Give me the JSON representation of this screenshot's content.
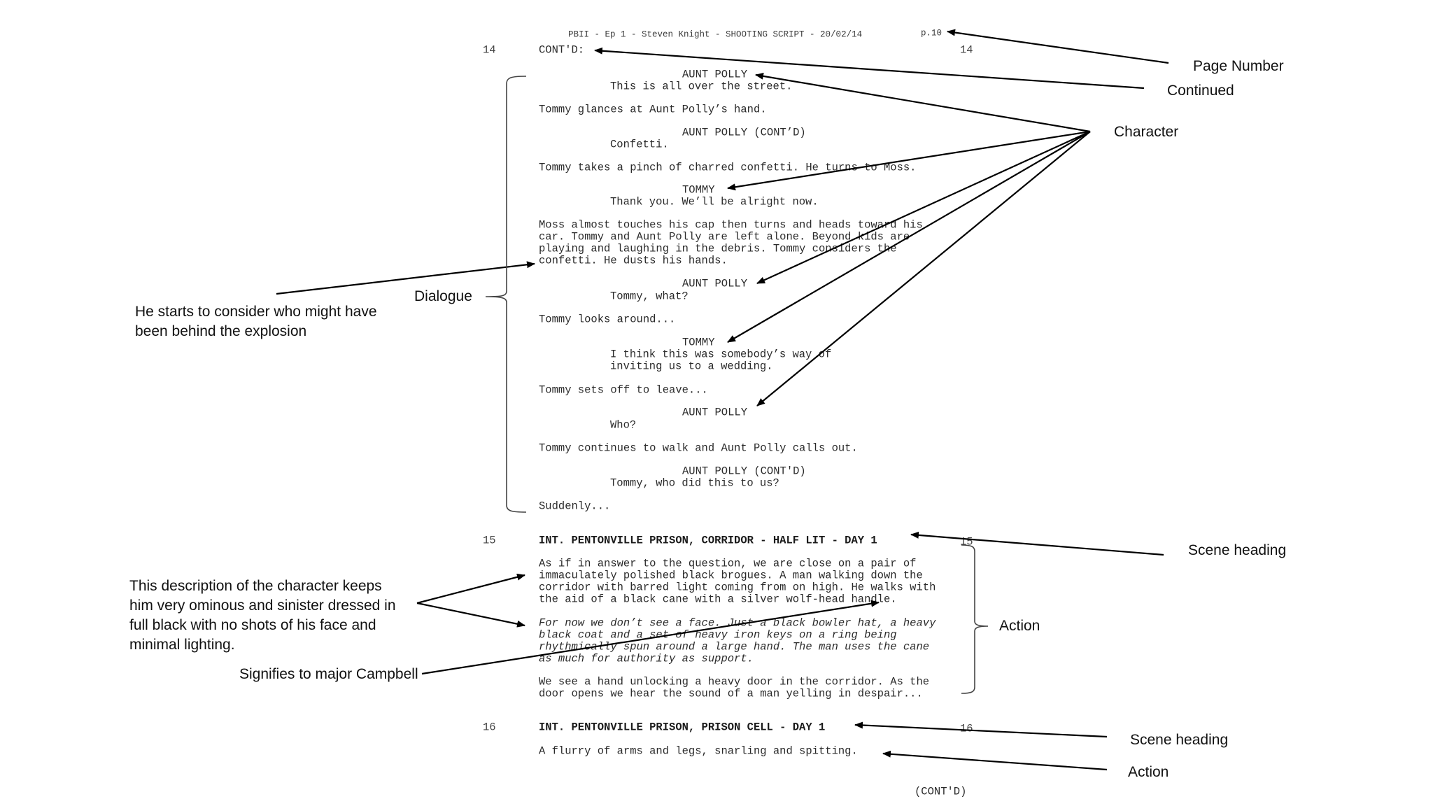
{
  "script": {
    "header": "PBII - Ep 1 - Steven Knight - SHOOTING SCRIPT - 20/02/14",
    "page_number": "p.10",
    "scenes": [
      {
        "number": "14",
        "heading": "CONT'D:"
      },
      {
        "number": "15",
        "heading": "INT. PENTONVILLE PRISON, CORRIDOR - HALF LIT - DAY 1"
      },
      {
        "number": "16",
        "heading": "INT. PENTONVILLE PRISON, PRISON CELL - DAY 1"
      }
    ],
    "lines": [
      {
        "type": "character",
        "text": "AUNT POLLY"
      },
      {
        "type": "dialogue",
        "text": "This is all over the street."
      },
      {
        "type": "action",
        "text": "Tommy glances at Aunt Polly’s hand."
      },
      {
        "type": "character",
        "text": "AUNT POLLY (CONT’D)"
      },
      {
        "type": "dialogue",
        "text": "Confetti."
      },
      {
        "type": "action",
        "text": "Tommy takes a pinch of charred confetti. He turns to Moss."
      },
      {
        "type": "character",
        "text": "TOMMY"
      },
      {
        "type": "dialogue",
        "text": "Thank you. We’ll be alright now."
      },
      {
        "type": "action",
        "text": "Moss almost touches his cap then turns and heads toward his"
      },
      {
        "type": "action",
        "text": "car. Tommy and Aunt Polly are left alone. Beyond kids are"
      },
      {
        "type": "action",
        "text": "playing and laughing in the debris. Tommy considers the"
      },
      {
        "type": "action",
        "text": "confetti. He dusts his hands."
      },
      {
        "type": "character",
        "text": "AUNT POLLY"
      },
      {
        "type": "dialogue",
        "text": "Tommy, what?"
      },
      {
        "type": "action",
        "text": "Tommy looks around..."
      },
      {
        "type": "character",
        "text": "TOMMY"
      },
      {
        "type": "dialogue",
        "text": "I think this was somebody’s way of"
      },
      {
        "type": "dialogue",
        "text": "inviting us to a wedding."
      },
      {
        "type": "action",
        "text": "Tommy sets off to leave..."
      },
      {
        "type": "character",
        "text": "AUNT POLLY"
      },
      {
        "type": "dialogue",
        "text": "Who?"
      },
      {
        "type": "action",
        "text": "Tommy continues to walk and Aunt Polly calls out."
      },
      {
        "type": "character",
        "text": "AUNT POLLY (CONT'D)"
      },
      {
        "type": "dialogue",
        "text": "Tommy, who did this to us?"
      },
      {
        "type": "action",
        "text": "Suddenly..."
      }
    ],
    "scene15_action": [
      "As if in answer to the question, we are close on a pair of",
      "immaculately polished black brogues. A man walking down the",
      "corridor with barred light coming from on high. He walks with",
      "the aid of a black cane with a silver wolf-head handle."
    ],
    "scene15_italic": [
      "For now we don’t see a face. Just a black bowler hat, a heavy",
      "black coat and a set of heavy iron keys on a ring being",
      "rhythmically spun around a large hand. The man uses the cane",
      "as much for authority as support."
    ],
    "scene15_closing": [
      "We see a hand unlocking a heavy door in the corridor. As the",
      "door opens we hear the sound of a man yelling in despair..."
    ],
    "scene16_action": "A flurry of arms and legs, snarling and spitting.",
    "footer_contd": "(CONT'D)"
  },
  "annotations": {
    "page_number": "Page Number",
    "continued": "Continued",
    "character": "Character",
    "dialogue": "Dialogue",
    "dialogue_note": "He starts to consider who might have\nbeen behind the explosion",
    "scene_heading_1": "Scene heading",
    "action_1": "Action",
    "description_note": "This description of the character keeps\nhim very ominous and sinister dressed in\nfull black with no shots of his face and\nminimal lighting.",
    "signifies_note": "Signifies to major Campbell",
    "scene_heading_2": "Scene heading",
    "action_2": "Action"
  },
  "colors": {
    "script_text": "#2a2a2a",
    "annotation_text": "#111111",
    "arrow": "#000000",
    "bracket": "#444444"
  }
}
